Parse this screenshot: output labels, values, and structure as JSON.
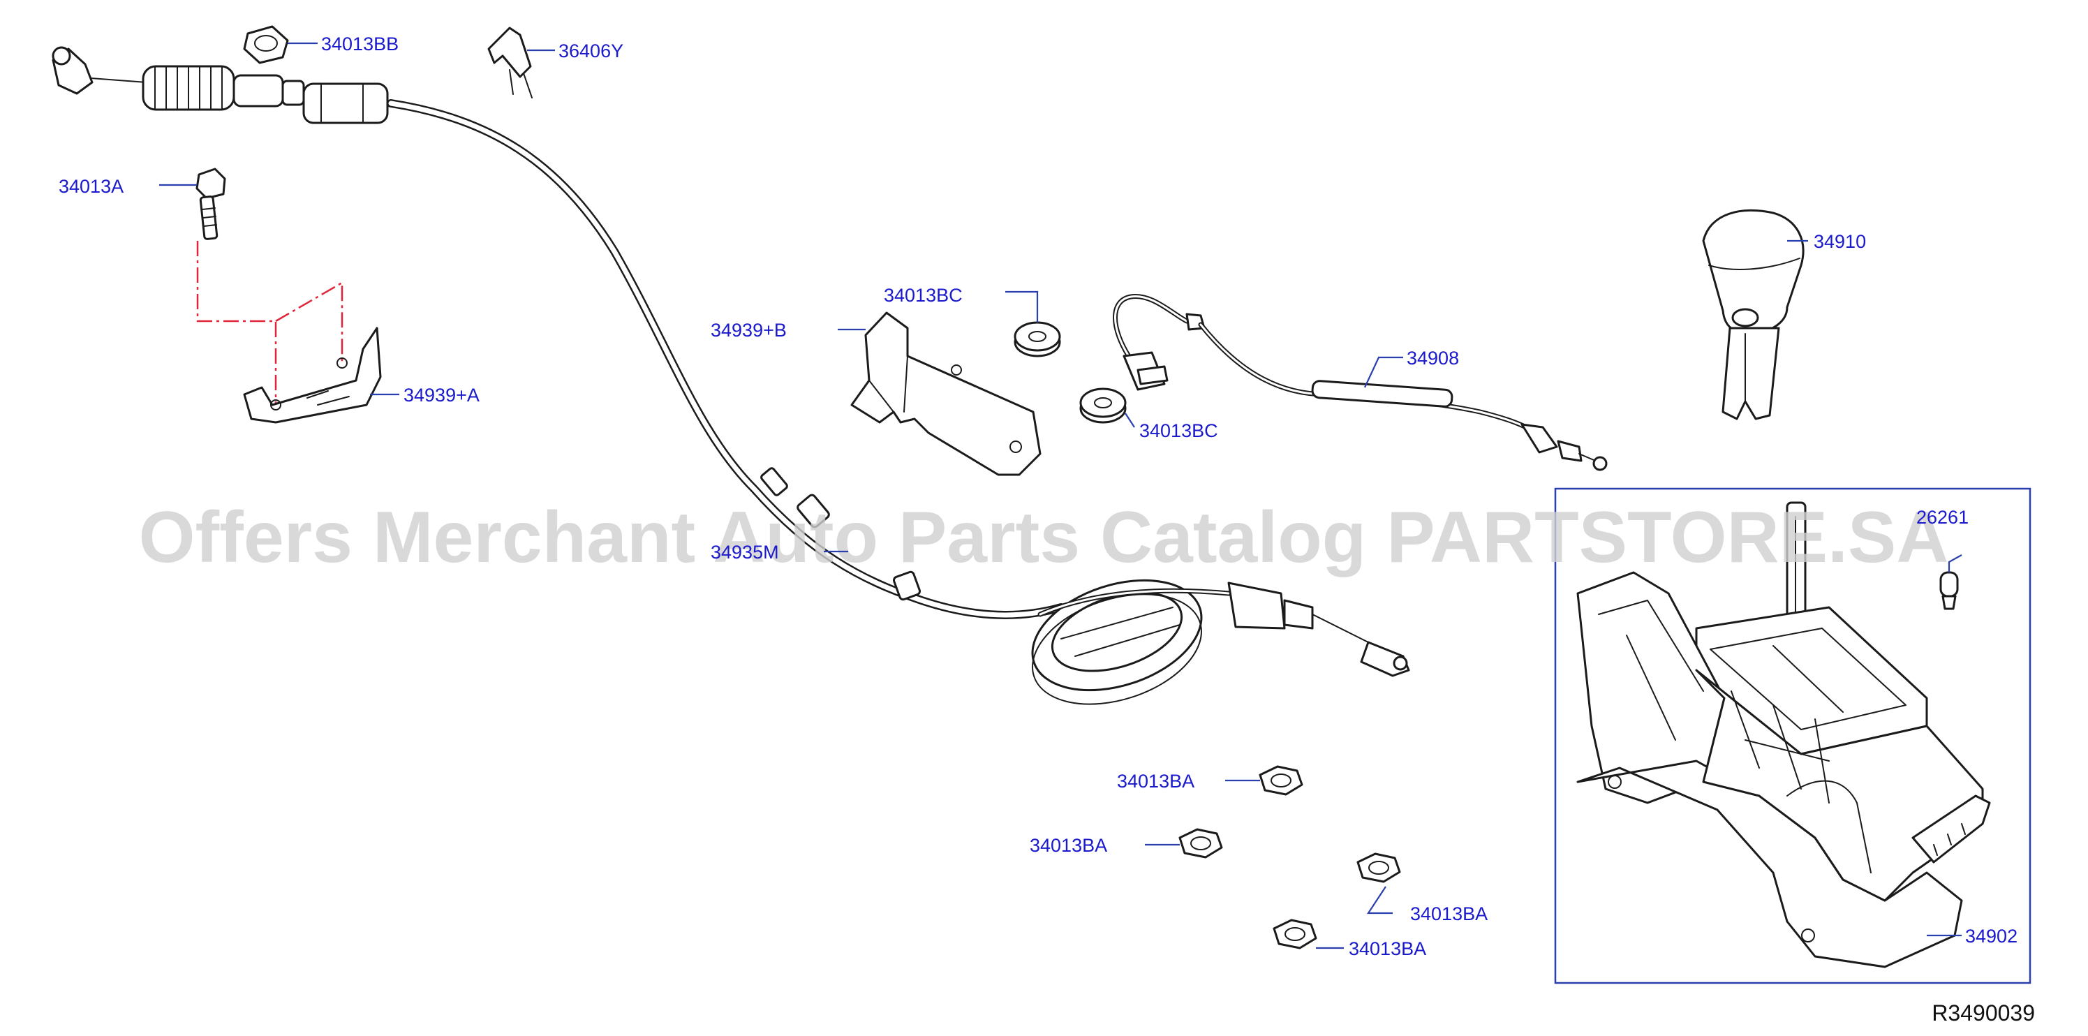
{
  "diagram": {
    "part_labels": {
      "p34013BB": "34013BB",
      "p36406Y": "36406Y",
      "p34013A": "34013A",
      "p34939A": "34939+A",
      "p34939B": "34939+B",
      "p34013BC_top": "34013BC",
      "p34013BC_bottom": "34013BC",
      "p34908": "34908",
      "p34910": "34910",
      "p26261": "26261",
      "p34935M": "34935M",
      "p34013BA_1": "34013BA",
      "p34013BA_2": "34013BA",
      "p34013BA_3": "34013BA",
      "p34013BA_4": "34013BA",
      "p34902": "34902"
    },
    "watermark": "Offers Merchant Auto Parts Catalog PARTSTORE.SA",
    "reference_code": "R3490039"
  },
  "colors": {
    "label": "#1a1acc",
    "leader_line": "#2a3fae",
    "phantom_line": "#e0243a",
    "drawing": "#1b1b1b",
    "watermark": "#cfcfcf"
  }
}
